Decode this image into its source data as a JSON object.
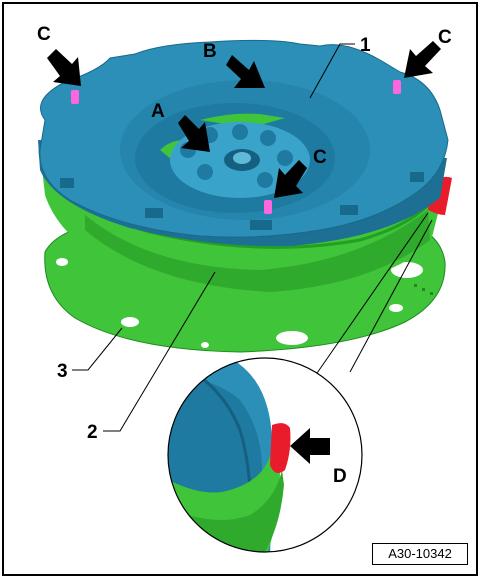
{
  "figure": {
    "reference_code": "A30-10342",
    "callouts": {
      "part_1": "1",
      "part_2": "2",
      "part_3": "3",
      "pos_a": "A",
      "pos_b": "B",
      "pos_c": "C",
      "pos_d": "D"
    },
    "colors": {
      "flywheel_blue": "#2b8fb8",
      "flywheel_blue_dark": "#1d6f93",
      "green_mass": "#3fc43a",
      "green_dark": "#23a022",
      "pin_magenta": "#ff66dd",
      "marking_red": "#e81c2a"
    }
  }
}
